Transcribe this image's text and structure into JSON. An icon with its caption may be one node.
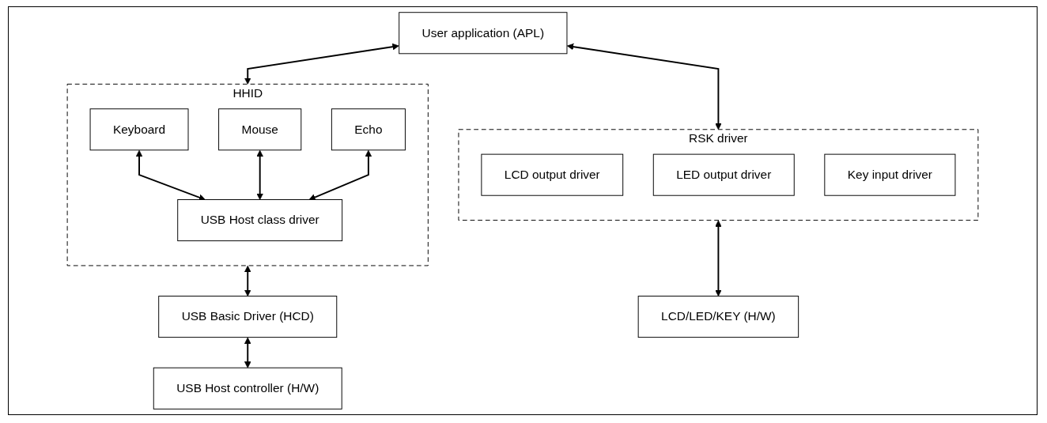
{
  "diagram": {
    "nodes": [
      {
        "text": [
          "User application (APL)"
        ]
      },
      {
        "text": [
          "RSK driver"
        ]
      },
      {
        "text": [
          "LCD output driver"
        ],
        "in": 1
      },
      {
        "text": [
          "LED output driver"
        ],
        "in": 1
      },
      {
        "text": [
          "Key input driver"
        ],
        "in": 1
      },
      {
        "text": [
          "HHID"
        ]
      },
      {
        "text": [
          "Keyboard"
        ],
        "in": 5
      },
      {
        "text": [
          "Mouse"
        ],
        "in": 5
      },
      {
        "text": [
          "Echo"
        ],
        "in": 5
      },
      {
        "text": [
          "USB Host class driver"
        ],
        "in": 5
      },
      {
        "text": [
          "USB Basic Driver (HCD)"
        ]
      },
      {
        "text": [
          "LCD/LED/KEY (H/W)"
        ]
      },
      {
        "text": [
          "USB Host controller (H/W)"
        ]
      }
    ],
    "edges": [
      {
        "from": 0,
        "to": 1,
        "arrow": "both"
      },
      {
        "from": 0,
        "to": 5,
        "arrow": "both"
      },
      {
        "from": 6,
        "to": 9,
        "arrow": "both"
      },
      {
        "from": 7,
        "to": 9,
        "arrow": "both"
      },
      {
        "from": 8,
        "to": 9,
        "arrow": "both"
      },
      {
        "from": 1,
        "to": 11,
        "arrow": "both"
      },
      {
        "from": 5,
        "to": 10,
        "arrow": "both"
      },
      {
        "from": 10,
        "to": 12,
        "arrow": "both"
      }
    ]
  }
}
